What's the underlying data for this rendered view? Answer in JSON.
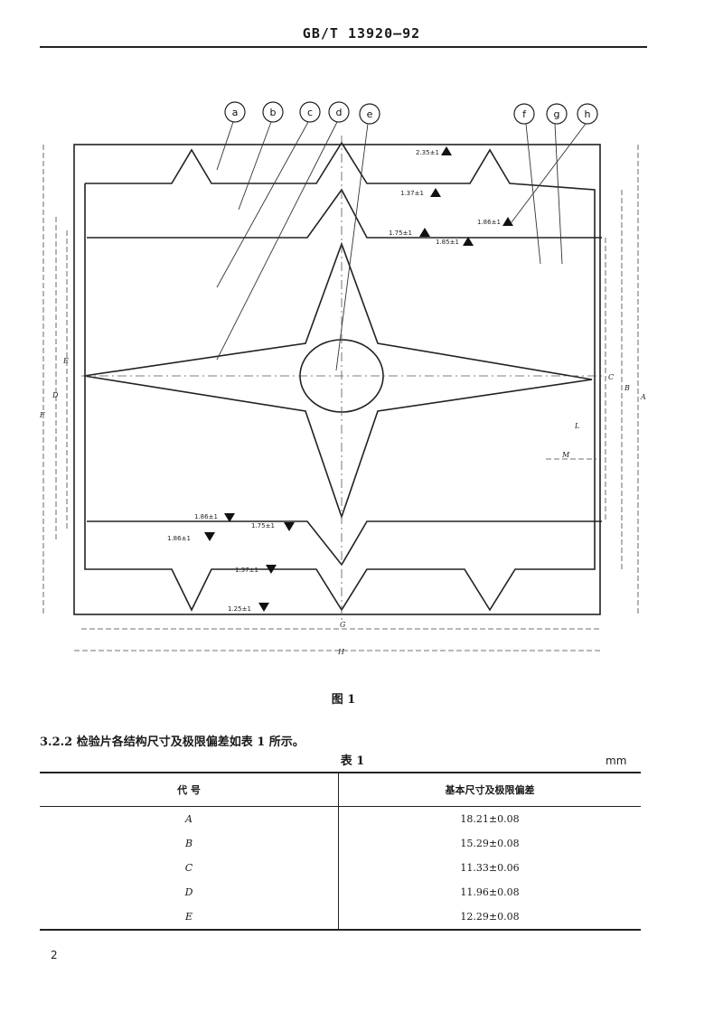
{
  "header": {
    "standard_code": "GB/T 13920—92"
  },
  "figure": {
    "labels": [
      "a",
      "b",
      "c",
      "d",
      "e",
      "f",
      "g",
      "h"
    ],
    "thickness_marks": [
      "2.35±1",
      "1.37±1",
      "1.86±1",
      "1.75±1",
      "1.85±1",
      "1.86±1",
      "1.75±1",
      "1.86±1",
      "1.37±1",
      "1.25±1"
    ],
    "dims": {
      "A": "A",
      "B": "B",
      "C": "C",
      "D": "D",
      "E": "E",
      "F": "F",
      "G": "G",
      "H": "H",
      "L": "L",
      "M": "M"
    },
    "caption": "图 1"
  },
  "section": {
    "text": "3.2.2  检验片各结构尺寸及极限偏差如表 1 所示。"
  },
  "table": {
    "title": "表 1",
    "unit": "mm",
    "headers": [
      "代  号",
      "基本尺寸及极限偏差"
    ],
    "rows": [
      {
        "code": "A",
        "value": "18.21±0.08"
      },
      {
        "code": "B",
        "value": "15.29±0.08"
      },
      {
        "code": "C",
        "value": "11.33±0.06"
      },
      {
        "code": "D",
        "value": "11.96±0.08"
      },
      {
        "code": "E",
        "value": "12.29±0.08"
      }
    ]
  },
  "footer": {
    "page_number": "2"
  }
}
